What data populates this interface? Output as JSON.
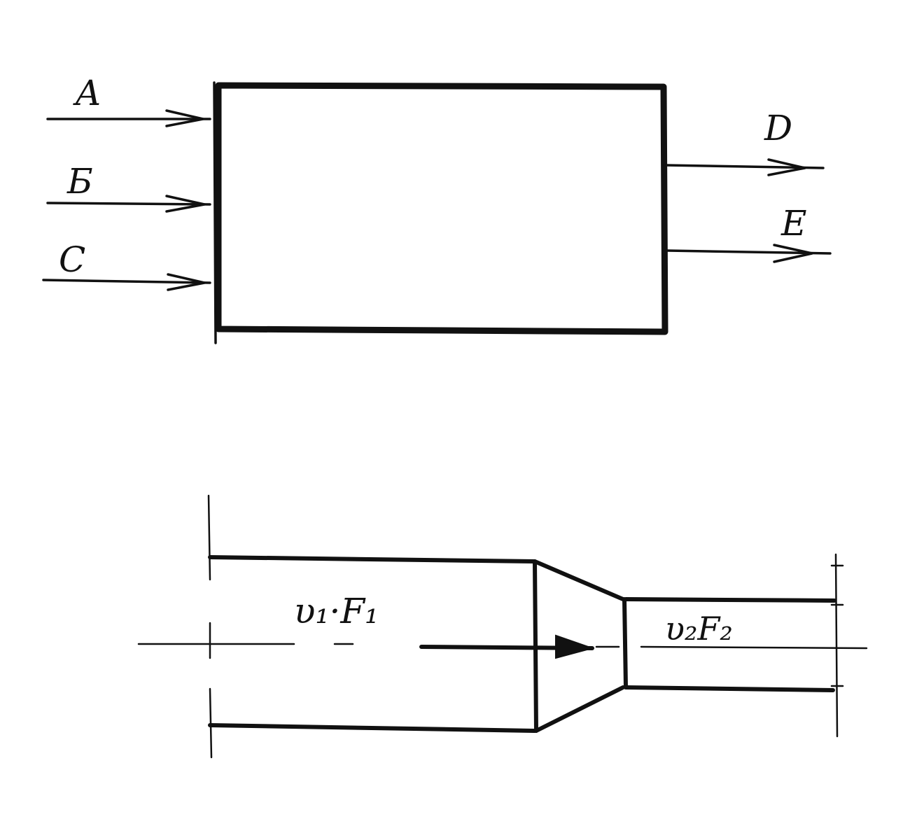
{
  "block_diagram": {
    "inputs": [
      {
        "label": "A"
      },
      {
        "label": "Б"
      },
      {
        "label": "C"
      }
    ],
    "outputs": [
      {
        "label": "D"
      },
      {
        "label": "E"
      }
    ]
  },
  "pipe_diagram": {
    "inlet_label": "υ₁·F₁",
    "outlet_label": "υ₂F₂"
  }
}
